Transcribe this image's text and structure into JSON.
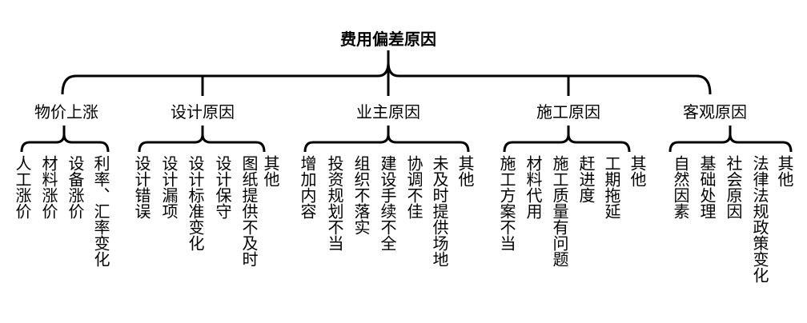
{
  "title": "费用偏差原因",
  "categories": [
    {
      "label": "物价上涨",
      "items": [
        "人工涨价",
        "材料涨价",
        "设备涨价",
        "利率、汇率变化"
      ]
    },
    {
      "label": "设计原因",
      "items": [
        "设计错误",
        "设计漏项",
        "设计标准变化",
        "设计保守",
        "图纸提供不及时",
        "其他"
      ]
    },
    {
      "label": "业主原因",
      "items": [
        "增加内容",
        "投资规划不当",
        "组织不落实",
        "建设手续不全",
        "协调不佳",
        "未及时提供场地",
        "其他"
      ]
    },
    {
      "label": "施工原因",
      "items": [
        "施工方案不当",
        "材料代用",
        "施工质量有问题",
        "赶进度",
        "工期拖延",
        "其他"
      ]
    },
    {
      "label": "客观原因",
      "items": [
        "自然因素",
        "基础处理",
        "社会原因",
        "法律法规政策变化",
        "其他"
      ]
    }
  ]
}
